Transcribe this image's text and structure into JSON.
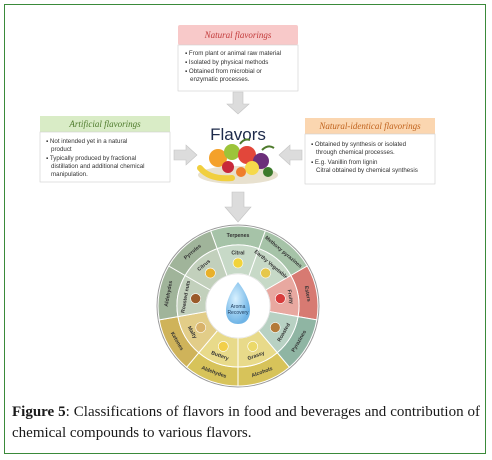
{
  "center_label": "Flavors",
  "natural": {
    "title": "Natural flavorings",
    "bullets": [
      "From plant or animal raw material",
      "Isolated by physical methods",
      "Obtained from microbial or",
      "enzymatic processes."
    ]
  },
  "artificial": {
    "title": "Artificial flavorings",
    "bullets": [
      "Not intended yet in a natural",
      "product",
      "Typically produced by fractional",
      "distillation and additional chemical",
      "manipulation."
    ]
  },
  "identical": {
    "title": "Natural-identical flavorings",
    "bullets": [
      "Obtained by synthesis or isolated",
      "through chemical processes.",
      "E.g. Vanillin from lignin",
      "Citral obtained by chemical synthesis"
    ]
  },
  "wheel": {
    "center": [
      "Aroma",
      "Recovery"
    ],
    "outer": [
      "Terpenes",
      "Methoxy pyrazines",
      "Esters",
      "Pyrazines",
      "Alcohols",
      "Aldehydes",
      "Ketones",
      "Aldehydes",
      "Pyrroles"
    ],
    "inner": [
      "Citral",
      "Earthy Vegetables",
      "Fruity",
      "Roasted",
      "Grassy",
      "Buttery",
      "Malty",
      "Roasted nuts",
      "Citrus"
    ]
  },
  "caption": {
    "label": "Figure 5",
    "text": ": Classifications of flavors in food and beverages and contribution of chemical compounds to various flavors."
  },
  "colors": {
    "natural_header": "#f8c9c9",
    "natural_title": "#c23a3a",
    "artificial_header": "#d9ecc6",
    "artificial_title": "#4d7a2b",
    "identical_header": "#fbd6b0",
    "identical_title": "#c0621c",
    "frame": "#3a8a3a"
  }
}
